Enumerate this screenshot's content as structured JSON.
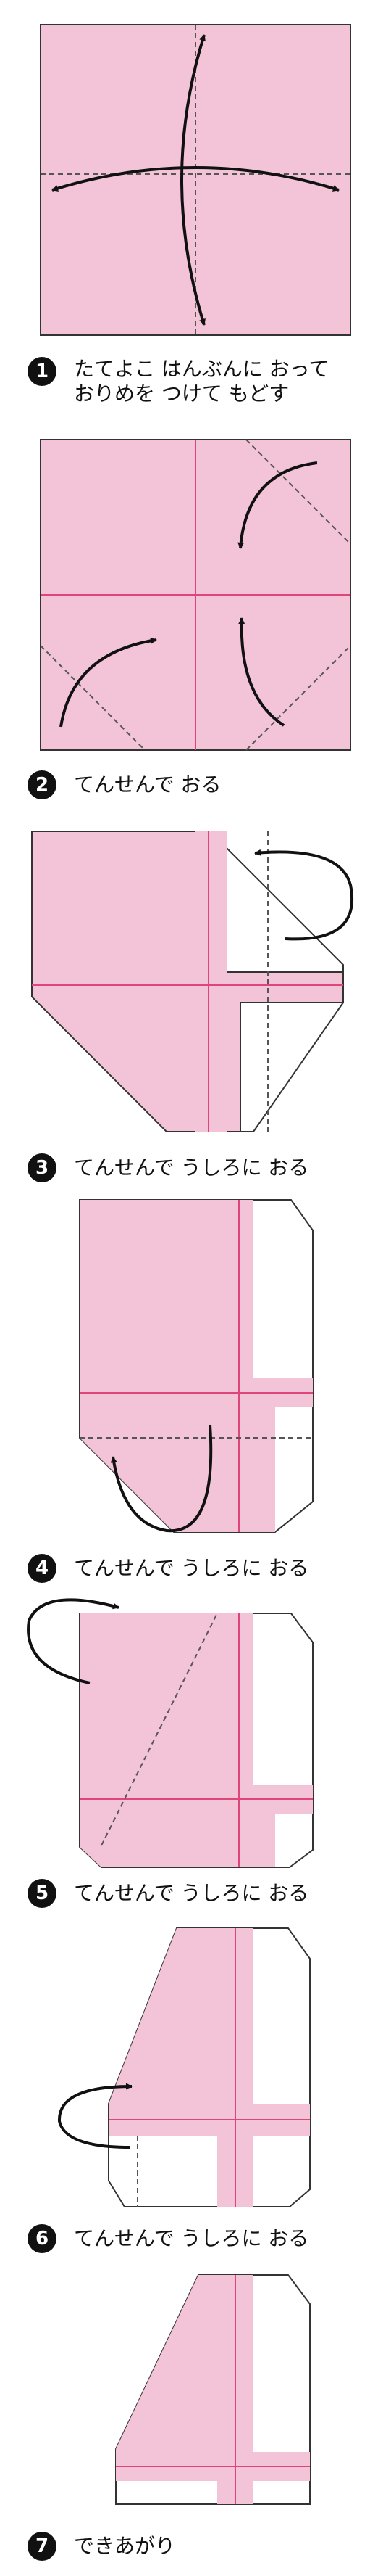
{
  "steps": [
    {
      "number": "1",
      "text": "たてよこ はんぶんに おって\nおりめを つけて もどす"
    },
    {
      "number": "2",
      "text": "てんせんで おる"
    },
    {
      "number": "3",
      "text": "てんせんで うしろに おる"
    },
    {
      "number": "4",
      "text": "てんせんで うしろに おる"
    },
    {
      "number": "5",
      "text": "てんせんで うしろに おる"
    },
    {
      "number": "6",
      "text": "てんせんで うしろに おる"
    },
    {
      "number": "7",
      "text": "できあがり"
    }
  ],
  "colors": {
    "paper_front": "#f3c4d7",
    "paper_back": "#ffffff",
    "crease": "#e0457a",
    "outline": "#333333",
    "arrow": "#111111",
    "badge": "#111111"
  }
}
